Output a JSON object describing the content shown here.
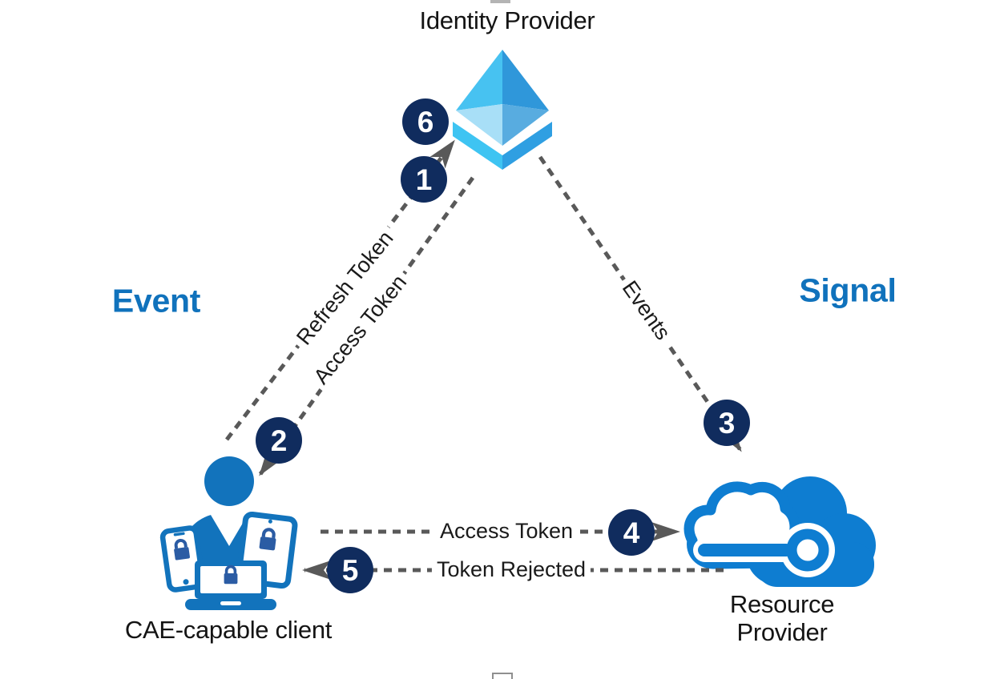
{
  "nodes": {
    "identity_provider": {
      "label": "Identity Provider"
    },
    "cae_client": {
      "label": "CAE-capable client"
    },
    "resource_provider": {
      "label_line1": "Resource",
      "label_line2": "Provider"
    }
  },
  "annotations": {
    "event": "Event",
    "signal": "Signal"
  },
  "edges": {
    "refresh_token": {
      "label": "Refresh Token"
    },
    "access_token_issued": {
      "label": "Access Token"
    },
    "events": {
      "label": "Events"
    },
    "access_token_presented": {
      "label": "Access Token"
    },
    "token_rejected": {
      "label": "Token Rejected"
    }
  },
  "steps": [
    "1",
    "2",
    "3",
    "4",
    "5",
    "6"
  ],
  "icons": {
    "identity_provider": "azure-ad-pyramid-icon",
    "cae_client": "user-devices-icon",
    "resource_provider": "cloud-service-icon"
  },
  "colors": {
    "accent_blue": "#1072BC",
    "person_blue": "#1273BC",
    "lock_blue": "#2B5CA4",
    "cloud_blue": "#0E7DD1",
    "badge_navy": "#102C5E",
    "connector_gray": "#595959",
    "pyramid_upper_left": "#47C2F1",
    "pyramid_upper_right": "#2F97DA",
    "pyramid_lower_left": "#A8DFF7",
    "pyramid_lower_right": "#58ACE0",
    "pyramid_rim_left": "#3EC4F2",
    "pyramid_rim_right": "#2F9FE2"
  }
}
